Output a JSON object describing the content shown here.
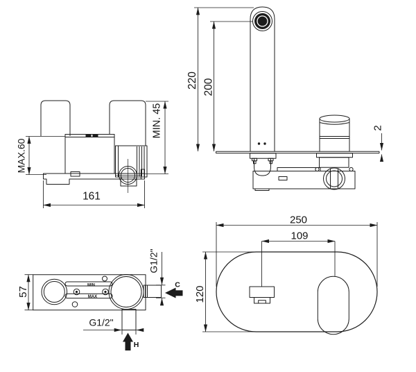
{
  "drawing": {
    "type": "technical dimension drawing",
    "subject": "wall-mounted basin mixer tap, four orthographic views",
    "background_color": "#ffffff",
    "line_color": "#1c1c1c",
    "views": {
      "front_view": {
        "dim_max_depth": "MAX.60",
        "dim_min_depth": "MIN. 45",
        "dim_width": "161"
      },
      "side_view": {
        "dim_total_height": "220",
        "dim_spout_height": "200",
        "dim_plate_thickness": "2"
      },
      "body_plan_view": {
        "dim_depth": "57",
        "dim_cold_inlet_thread": "G1/2\"",
        "dim_hot_inlet_thread": "G1/2\"",
        "label_cold": "C",
        "label_hot": "H",
        "label_min": "MIN",
        "label_max": "MAX"
      },
      "plate_plan_view": {
        "dim_plate_width": "250",
        "dim_spout_to_handle": "109",
        "dim_plate_height": "120"
      }
    }
  }
}
